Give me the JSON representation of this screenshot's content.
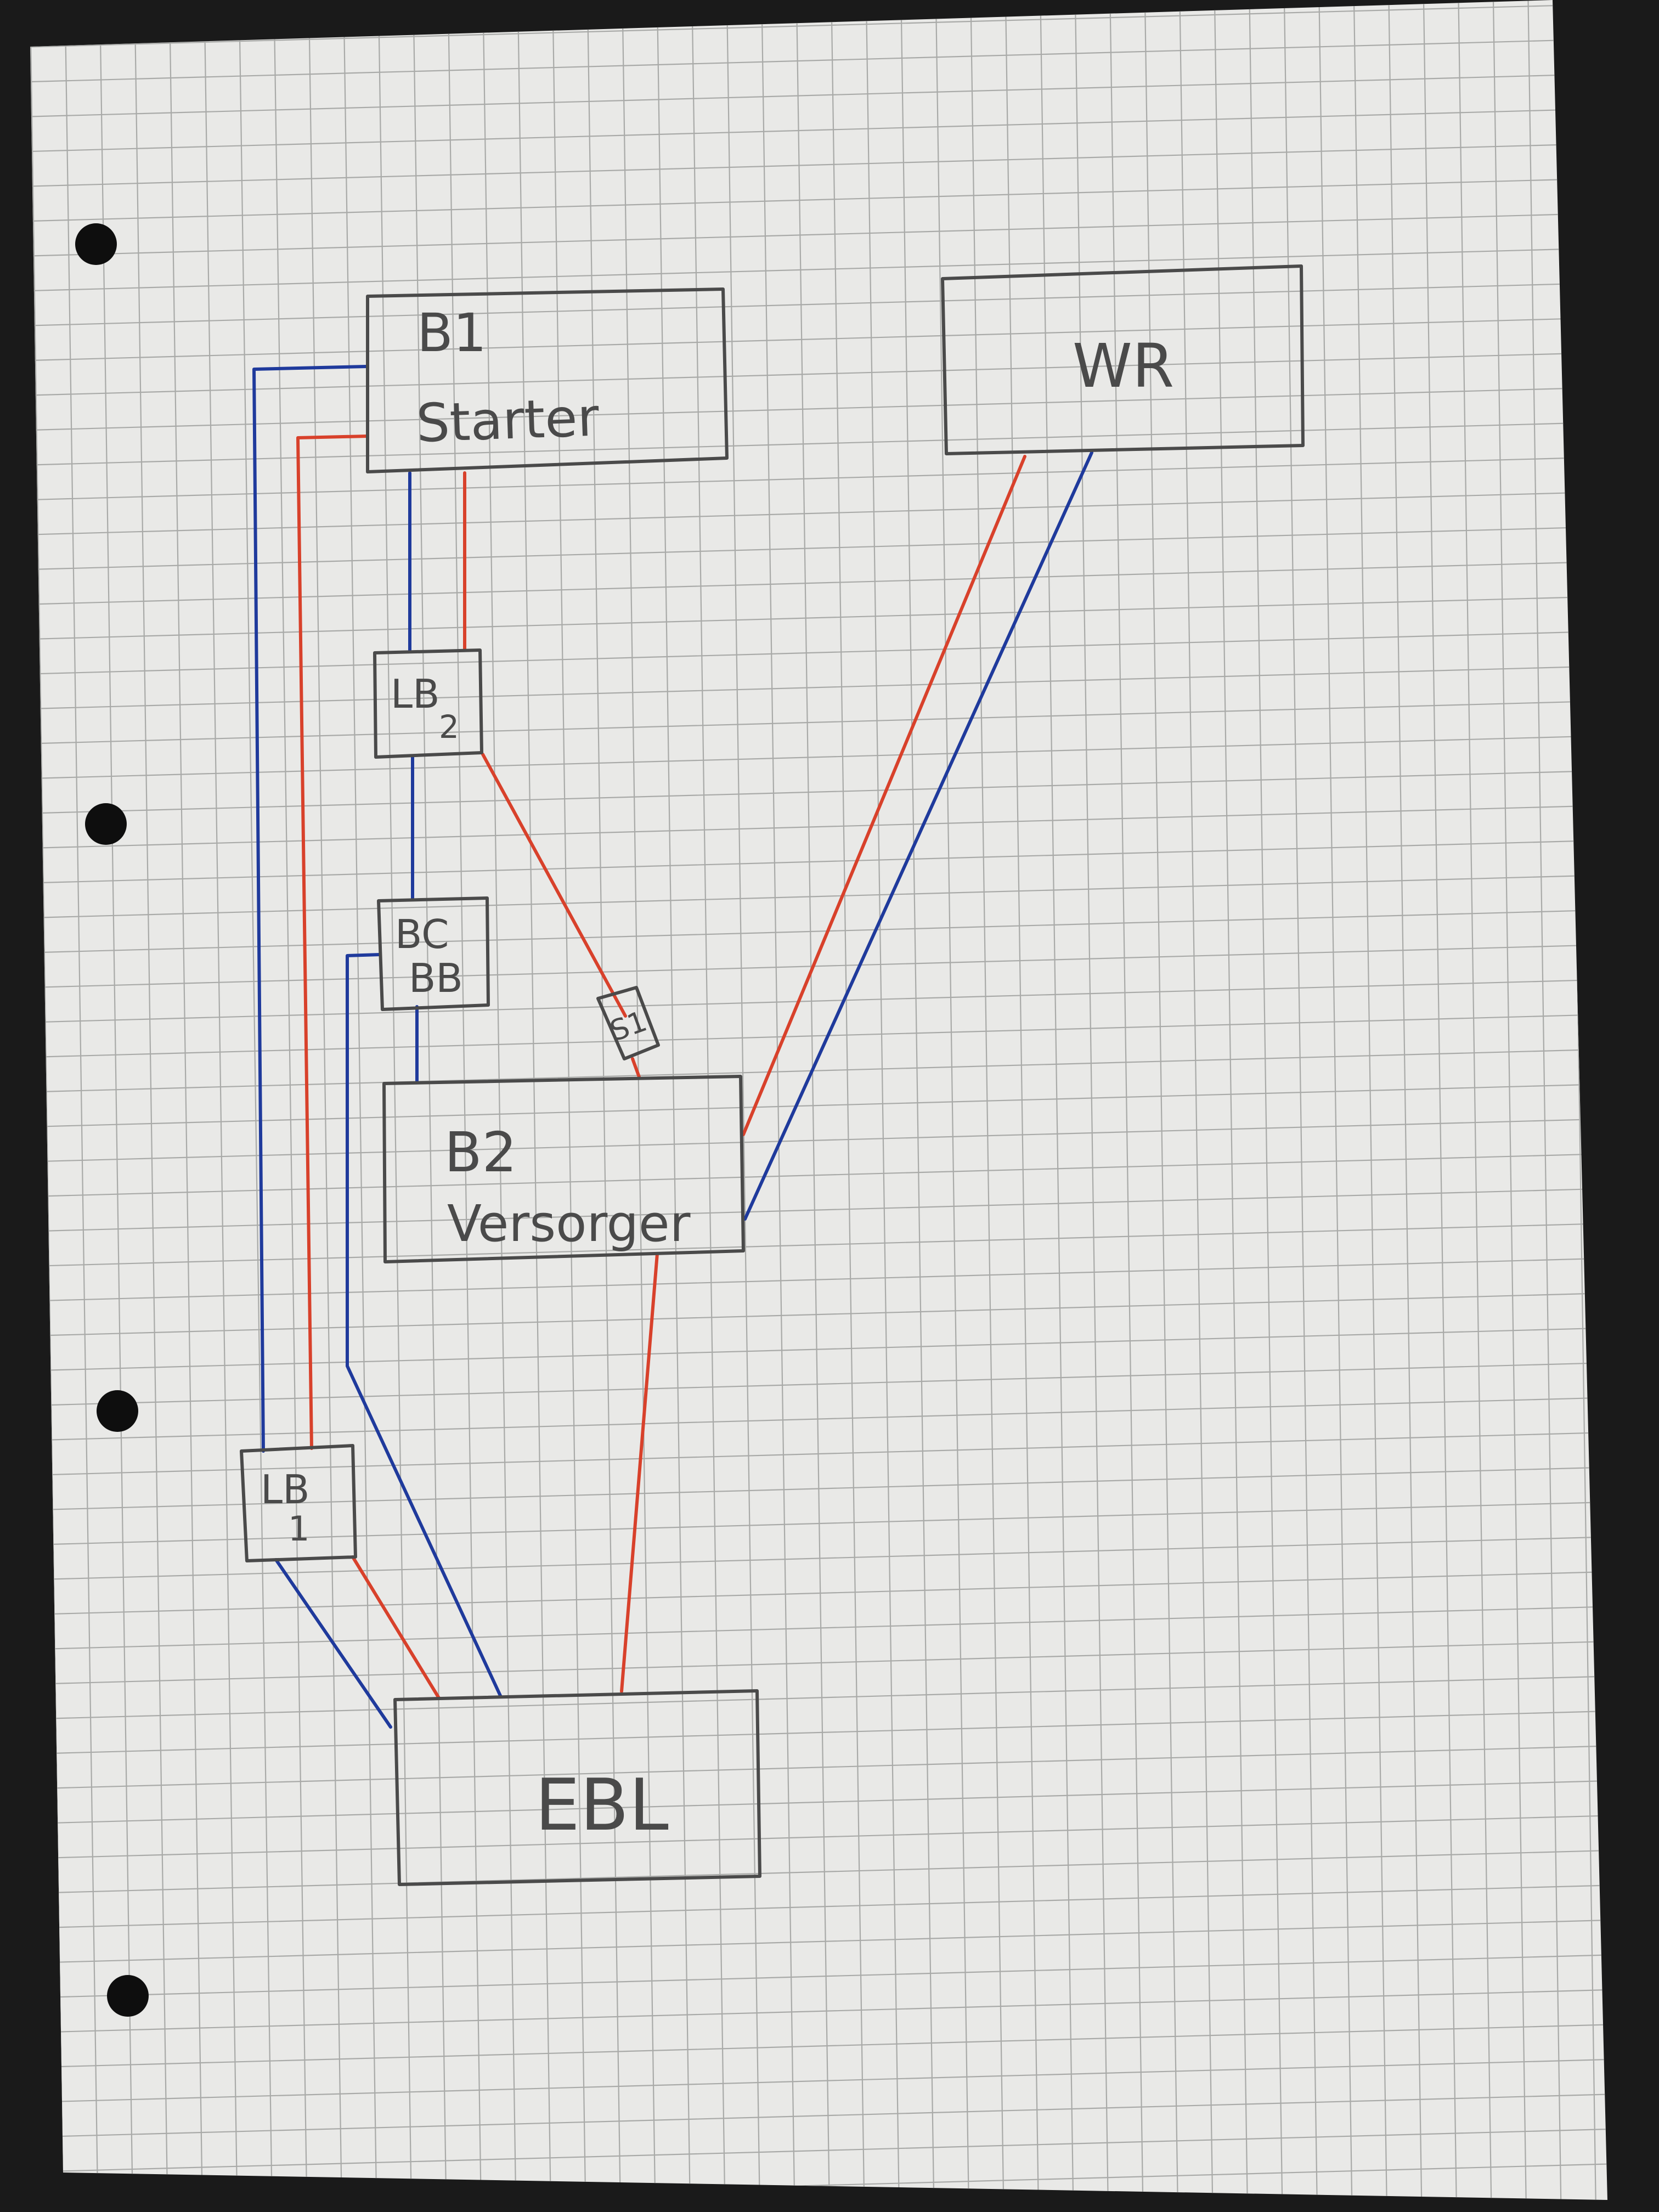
{
  "colors": {
    "background": "#1a1a1a",
    "paper": "#e9e9e7",
    "grid": "#a9aaa8",
    "box_stroke": "#4a4a4a",
    "wire_positive": "#d8412b",
    "wire_negative": "#1f3a9c",
    "punch_hole": "#0e0e0e"
  },
  "components": {
    "b1": {
      "line1": "B1",
      "line2": "Starter"
    },
    "wr": {
      "label": "WR"
    },
    "lb2": {
      "line1": "LB",
      "line2": "2"
    },
    "bcbb": {
      "line1": "BC",
      "line2": "BB"
    },
    "s1": {
      "label": "S1"
    },
    "b2": {
      "line1": "B2",
      "line2": "Versorger"
    },
    "lb1": {
      "line1": "LB",
      "line2": "1"
    },
    "ebl": {
      "label": "EBL"
    }
  },
  "wires": [
    {
      "id": "b1-lb1-neg",
      "color": "negative",
      "from": "b1",
      "to": "lb1"
    },
    {
      "id": "b1-lb1-pos",
      "color": "positive",
      "from": "b1",
      "to": "lb1"
    },
    {
      "id": "b1-lb2-neg",
      "color": "negative",
      "from": "b1",
      "to": "lb2"
    },
    {
      "id": "b1-lb2-pos",
      "color": "positive",
      "from": "b1",
      "to": "lb2"
    },
    {
      "id": "lb2-bcbb-neg",
      "color": "negative",
      "from": "lb2",
      "to": "bcbb"
    },
    {
      "id": "lb2-s1-pos",
      "color": "positive",
      "from": "lb2",
      "to": "s1"
    },
    {
      "id": "bcbb-b2-neg",
      "color": "negative",
      "from": "bcbb",
      "to": "b2"
    },
    {
      "id": "bcbb-ebl-neg",
      "color": "negative",
      "from": "bcbb",
      "to": "ebl"
    },
    {
      "id": "wr-b2-pos",
      "color": "positive",
      "from": "wr",
      "to": "b2"
    },
    {
      "id": "wr-b2-neg",
      "color": "negative",
      "from": "wr",
      "to": "b2"
    },
    {
      "id": "b2-ebl-pos",
      "color": "positive",
      "from": "b2",
      "to": "ebl"
    },
    {
      "id": "lb1-ebl-neg",
      "color": "negative",
      "from": "lb1",
      "to": "ebl"
    },
    {
      "id": "lb1-ebl-pos",
      "color": "positive",
      "from": "lb1",
      "to": "ebl"
    }
  ]
}
